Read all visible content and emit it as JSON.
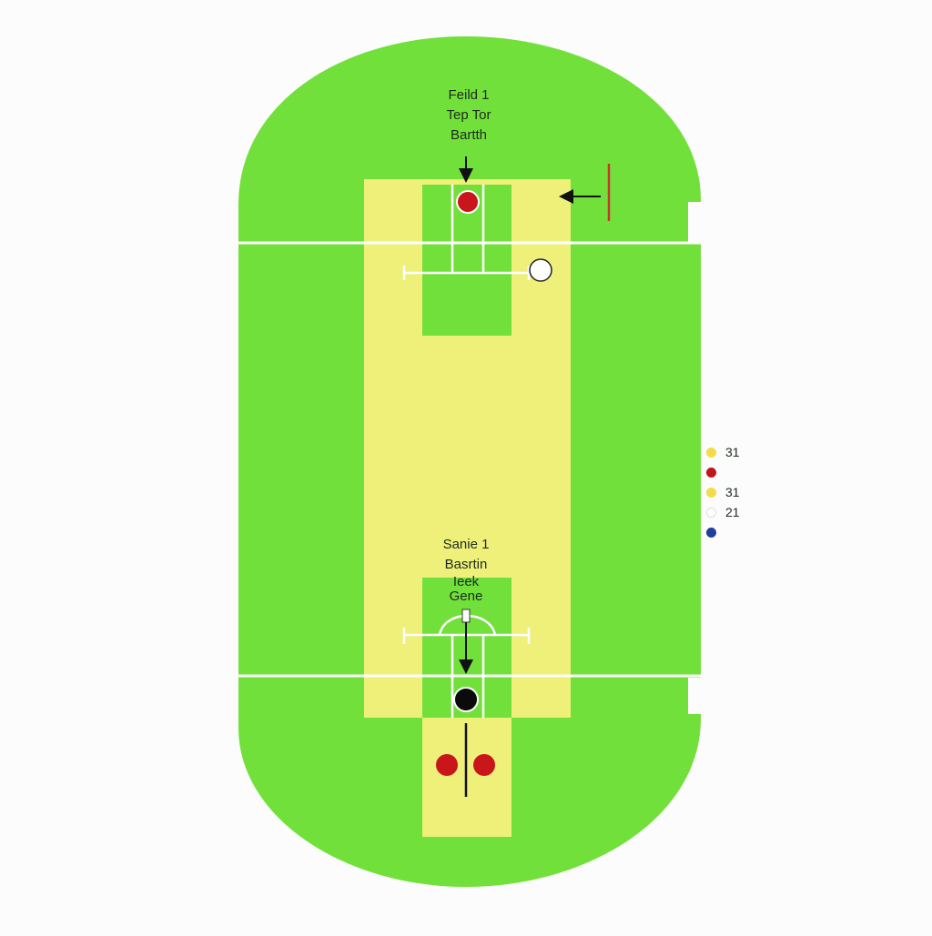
{
  "top_label": {
    "line1": "Feild 1",
    "line2": "Tep Tor",
    "line3": "Bartth"
  },
  "bottom_label": {
    "line1": "Sanie 1",
    "line2": "Basrtin",
    "line3": "Ieek",
    "line4": "Gene"
  },
  "legend": [
    {
      "color": "#f2dc4a",
      "value": "31"
    },
    {
      "color": "#c0161c",
      "value": ""
    },
    {
      "color": "#f2dc4a",
      "value": "31"
    },
    {
      "color": "#ffffff",
      "value": "21"
    },
    {
      "color": "#1f3f9a",
      "value": ""
    }
  ],
  "colors": {
    "field": "#72e03b",
    "pitch": "#eef07a",
    "crease_line": "#ffffff",
    "red_ball": "#c8161b",
    "white_ball": "#ffffff",
    "black_ball": "#0b0b0b",
    "marker_red": "#c0392b"
  }
}
